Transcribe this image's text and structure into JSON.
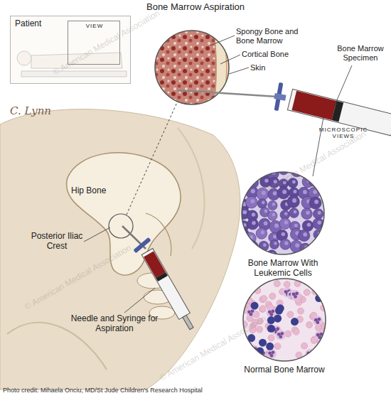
{
  "diagram": {
    "title": "Bone Marrow Aspiration",
    "caption": "Photo credit: Mihaela Onciu, MD/St Jude Children's Research Hospital",
    "nodes": [
      {
        "text": [
          "Patient"
        ]
      },
      {
        "text": [
          "VIEW"
        ],
        "in": 0
      },
      {
        "text": [
          "Bone Marrow With Leukemic Cells"
        ]
      },
      {
        "text": [
          "Normal Bone Marrow"
        ]
      }
    ],
    "labels": [
      "C. Lynn",
      "Spongy Bone and Bone Marrow",
      "Cortical Bone",
      "Skin",
      "Bone Marrow Specimen",
      "MICROSCOPIC VIEWS",
      "Hip Bone",
      "Posterior Iliac Crest",
      "Needle and Syringe for Aspiration",
      "© American Medical Association",
      "© American Medical Association",
      "© American Medical Association",
      "© American Medical Association"
    ]
  }
}
